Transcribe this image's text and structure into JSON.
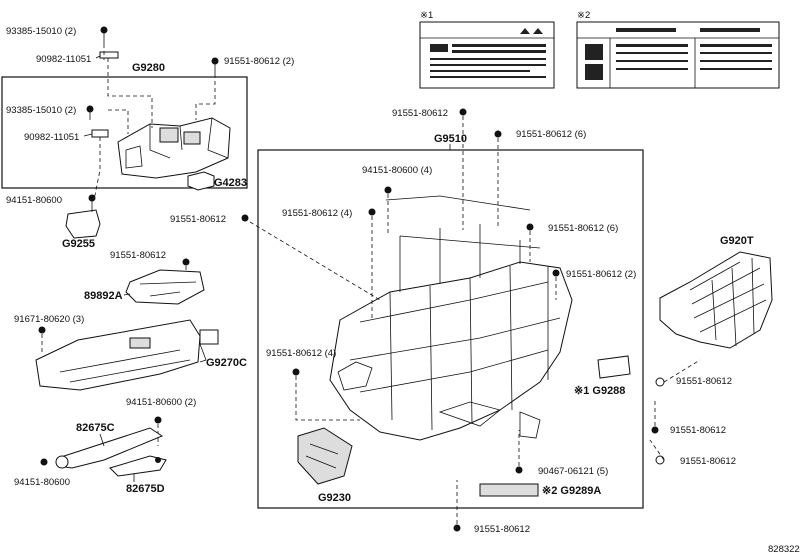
{
  "labels": {
    "l1": "93385-15010 (2)",
    "l2": "90982-11051",
    "l3": "G9280",
    "l4": "91551-80612 (2)",
    "l5": "93385-15010 (2)",
    "l6": "90982-11051",
    "l7": "G4283",
    "l8": "94151-80600",
    "l9": "G9255",
    "l10": "91551-80612",
    "l11": "89892A",
    "l12": "91671-80620 (3)",
    "l13": "G9270C",
    "l14": "94151-80600 (2)",
    "l15": "82675C",
    "l16": "94151-80600",
    "l17": "82675D",
    "l18": "91551-80612",
    "l19": "G9510",
    "l20": "91551-80612 (6)",
    "l21": "94151-80600 (4)",
    "l22": "91551-80612",
    "l23": "91551-80612 (4)",
    "l24": "91551-80612 (6)",
    "l25": "91551-80612 (2)",
    "l26": "91551-80612 (4)",
    "l27": "G9230",
    "l28": "※1 G9288",
    "l29": "90467-06121 (5)",
    "l30": "※2 G9289A",
    "l31": "91551-80612",
    "l32": "G920T",
    "l33": "91551-80612",
    "l34": "91551-80612",
    "l35": "91551-80612",
    "l36": "※1",
    "l37": "※2",
    "code": "828322"
  }
}
